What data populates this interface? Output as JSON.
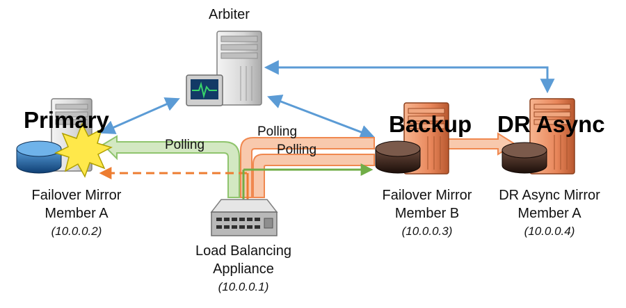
{
  "arbiter": {
    "label": "Arbiter"
  },
  "primary": {
    "role": "Primary",
    "line1": "Failover Mirror",
    "line2": "Member A",
    "ip": "(10.0.0.2)"
  },
  "backup": {
    "role": "Backup",
    "line1": "Failover Mirror",
    "line2": "Member B",
    "ip": "(10.0.0.3)"
  },
  "dr": {
    "role": "DR Async",
    "line1": "DR Async Mirror",
    "line2": "Member A",
    "ip": "(10.0.0.4)"
  },
  "lb": {
    "line1": "Load Balancing",
    "line2": "Appliance",
    "ip": "(10.0.0.1)"
  },
  "polling": {
    "green": "Polling",
    "orange_top": "Polling",
    "orange_bottom": "Polling"
  },
  "colors": {
    "arrow_blue": "#5b9bd5",
    "green": "#8fc46d",
    "green_light": "#d3e8c2",
    "orange": "#f0884f",
    "orange_light": "#f8c9ad",
    "server_gray": "#d9d9d9",
    "server_orange": "#e8865a"
  }
}
